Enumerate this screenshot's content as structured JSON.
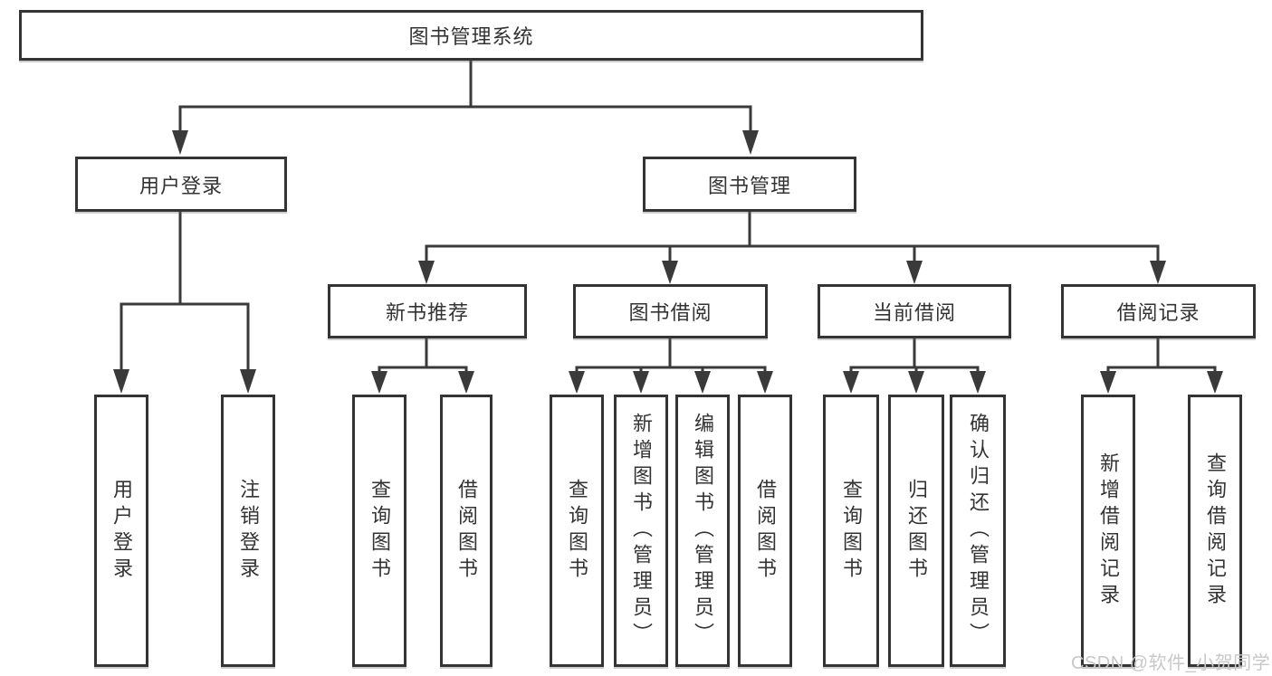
{
  "diagram": {
    "root": {
      "label": "图书管理系统"
    },
    "level2": [
      {
        "id": "user-login",
        "label": "用户登录"
      },
      {
        "id": "book-management",
        "label": "图书管理"
      }
    ],
    "level3": [
      {
        "id": "new-book-recommend",
        "label": "新书推荐",
        "parent": "图书管理"
      },
      {
        "id": "book-borrow",
        "label": "图书借阅",
        "parent": "图书管理"
      },
      {
        "id": "current-borrow",
        "label": "当前借阅",
        "parent": "图书管理"
      },
      {
        "id": "borrow-records",
        "label": "借阅记录",
        "parent": "图书管理"
      }
    ],
    "leaves": {
      "user_login": [
        {
          "label": "用户登录"
        },
        {
          "label": "注销登录"
        }
      ],
      "new_book_recommend": [
        {
          "label": "查询图书"
        },
        {
          "label": "借阅图书"
        }
      ],
      "book_borrow": [
        {
          "label": "查询图书"
        },
        {
          "label": "新增图书（管理员）"
        },
        {
          "label": "编辑图书（管理员）"
        },
        {
          "label": "借阅图书"
        }
      ],
      "current_borrow": [
        {
          "label": "查询图书"
        },
        {
          "label": "归还图书"
        },
        {
          "label": "确认归还（管理员）"
        }
      ],
      "borrow_records": [
        {
          "label": "新增借阅记录"
        },
        {
          "label": "查询借阅记录"
        }
      ]
    }
  },
  "watermark": {
    "text": "CSDN @软件_小贺同学"
  },
  "colors": {
    "line": "#3a3a3a",
    "box_border": "#343434",
    "text": "#333333",
    "background": "#ffffff",
    "watermark": "#c8c8c8"
  }
}
